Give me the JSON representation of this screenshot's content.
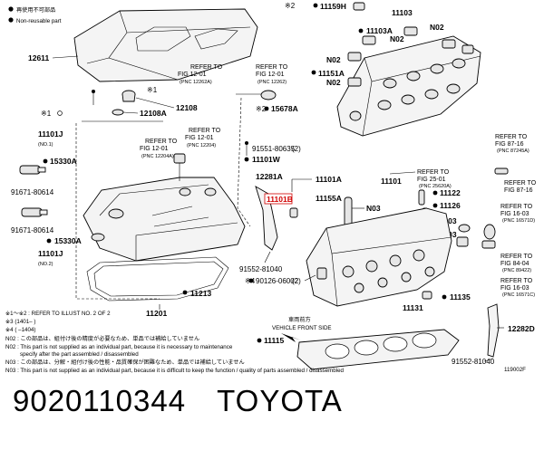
{
  "legend": {
    "nonreusable_jp": "再使用不可部品",
    "nonreusable_en": "Non-reusable part"
  },
  "labels": {
    "p12611": "12611",
    "p12108": "12108",
    "p12108a": "12108A",
    "p11101j_1": "11101J",
    "p11101j_1_sub": "(NO.1)",
    "p15330a_1": "15330A",
    "p91671_1": "91671-80614",
    "p91671_2": "91671-80614",
    "p15330a_2": "15330A",
    "p11101j_2": "11101J",
    "p11101j_2_sub": "(NO.2)",
    "p11213": "11213",
    "p11201": "11201",
    "p11159h": "11159H",
    "p11103": "11103",
    "p11103a": "11103A",
    "n02a": "N02",
    "n02b": "N02",
    "n02c": "N02",
    "n02d": "N02",
    "p11151a": "11151A",
    "p15678a": "15678A",
    "p91551": "91551-80635",
    "p91551_q": "(2)",
    "p11101w": "11101W",
    "p12281a": "12281A",
    "p11101a": "11101A",
    "p11101": "11101",
    "p11101b": "11101B",
    "p11155a": "11155A",
    "n03a": "N03",
    "n03b": "N03",
    "n03c": "N03",
    "p11122": "11122",
    "p11126": "11126",
    "p91552_1": "91552-81040",
    "p90126": "90126-06002",
    "p90126_q": "(2)",
    "p11135": "11135",
    "p11131": "11131",
    "p11115": "11115",
    "p12282d": "12282D",
    "p91552_2": "91552-81040",
    "front_jp": "車両前方",
    "front_en": "VEHICLE FRONT SIDE",
    "code": "119002F"
  },
  "refs": {
    "r1": {
      "l1": "REFER TO",
      "l2": "FIG 12-01",
      "pnc": "(PNC 12262)"
    },
    "r2": {
      "l1": "REFER TO",
      "l2": "FIG 12-01",
      "pnc": "(PNC 12262A)"
    },
    "r3": {
      "l1": "REFER TO",
      "l2": "FIG 12-01",
      "pnc": "(PNC 12204A)"
    },
    "r4": {
      "l1": "REFER TO",
      "l2": "FIG 12-01",
      "pnc": "(PNC 12204)"
    },
    "r5": {
      "l1": "REFER TO",
      "l2": "FIG 25-01",
      "pnc": "(PNC 25620A)"
    },
    "r6": {
      "l1": "REFER TO",
      "l2": "FIG 87-16",
      "pnc": "(PNC 87245A)"
    },
    "r7": {
      "l1": "REFER TO",
      "l2": "FIG 87-16",
      "pnc": ""
    },
    "r8": {
      "l1": "REFER TO",
      "l2": "FIG 16-03",
      "pnc": "(PNC 16571D)"
    },
    "r9": {
      "l1": "REFER TO",
      "l2": "FIG 84-04",
      "pnc": "(PNC 89422)"
    },
    "r10": {
      "l1": "REFER TO",
      "l2": "FIG 16-03",
      "pnc": "(PNC 16571C)"
    }
  },
  "marks": {
    "m1": "※1",
    "m2": "※2",
    "m2b": "※2",
    "m1b": "※1",
    "m4": "※4"
  },
  "notes": {
    "n1": "※1〜※2 : REFER TO ILLUST NO. 2 OF 2",
    "n2": "※3 (1401–        )",
    "n3": "※4 (        –1404)",
    "n4": "N02 : この部品は、組付け後の精度が必要なため、単品では補給していません",
    "n5": "N02 : This part is not supplied as an individual part, because it is necessary to maintenance",
    "n6": "specify after the part assembled / disassembled",
    "n7": "N03 : この部品は、分解・組付け後の性能・品質確保が困難なため、単品では補給していません",
    "n8": "N03 : This part is not supplied as an individual part, because it is difficult to keep the function / quality of parts  assembled / disassembled"
  },
  "caption": {
    "part_number": "9020110344",
    "brand": "TOYOTA"
  }
}
